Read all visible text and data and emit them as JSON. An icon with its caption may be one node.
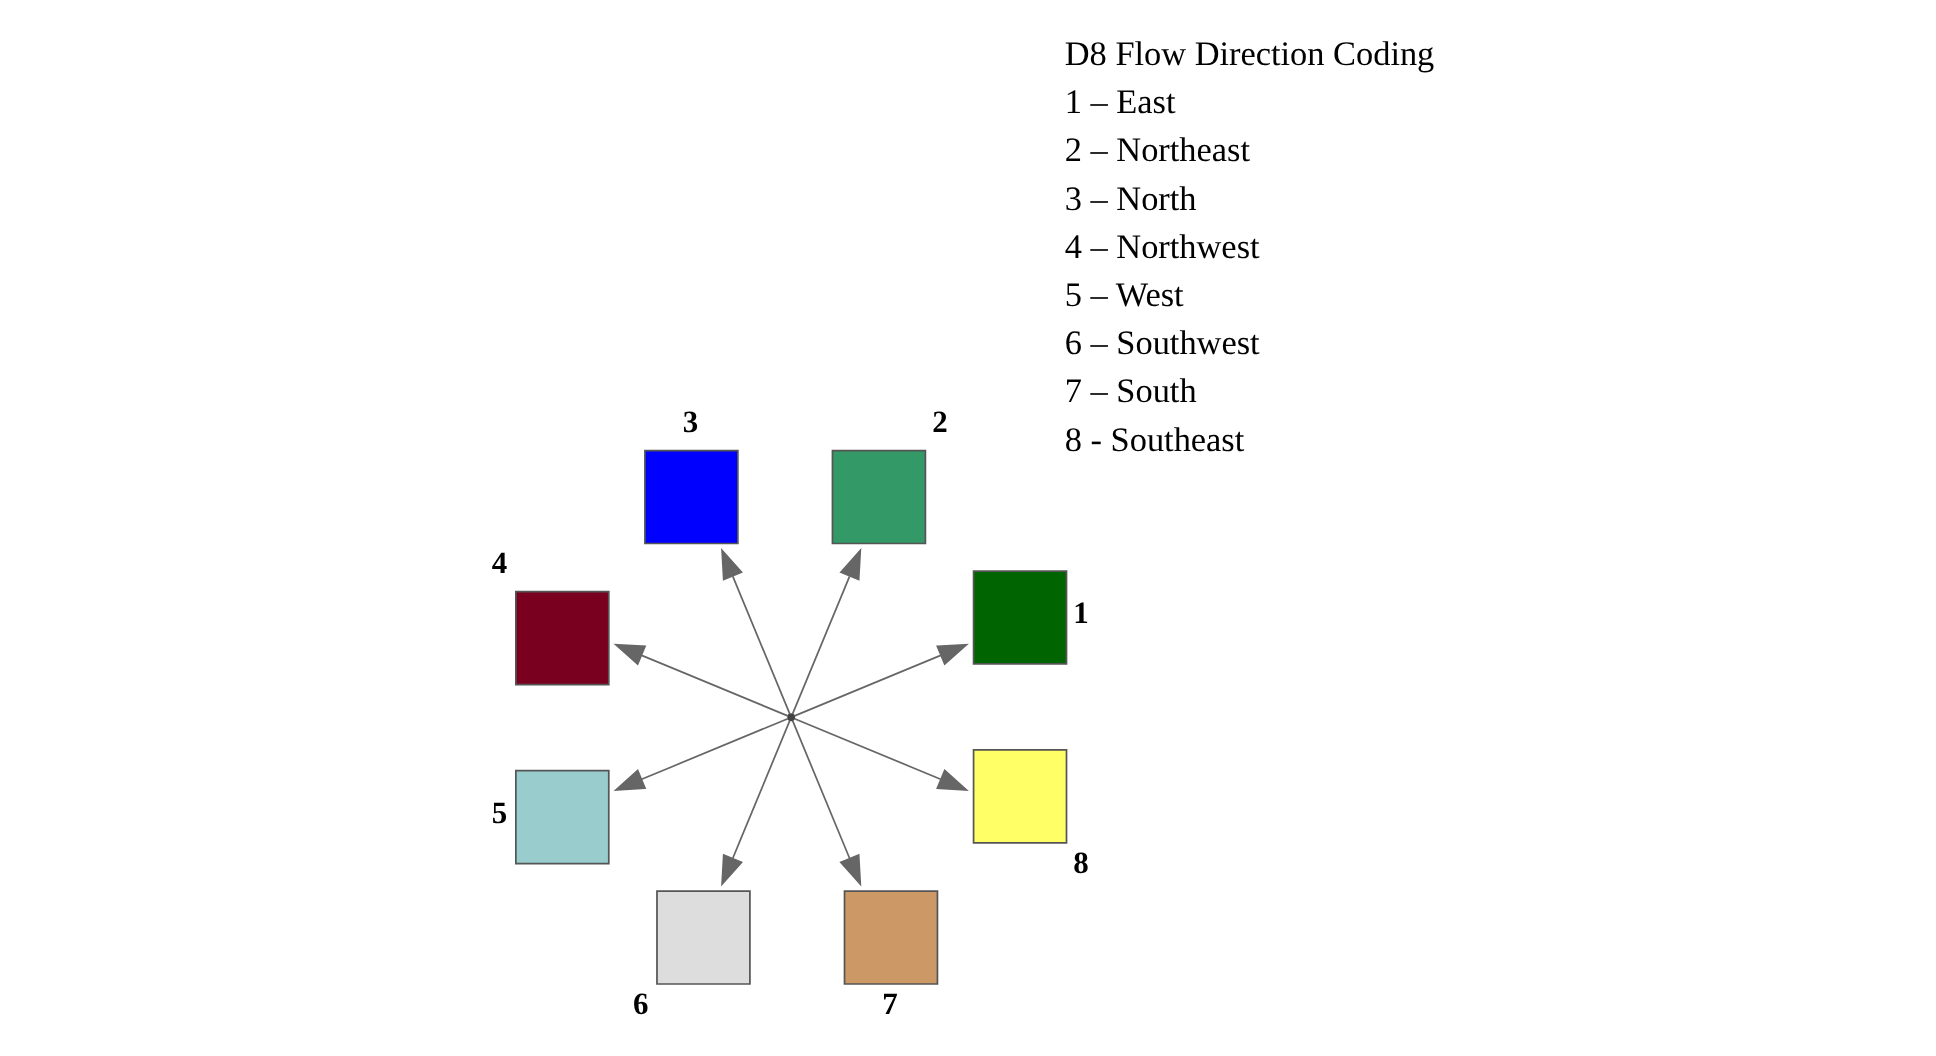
{
  "diagram": {
    "nodes": [
      {
        "text": [],
        "shape": "point"
      },
      {
        "text": [],
        "shape": "box",
        "beside": [
          "3"
        ]
      },
      {
        "text": [],
        "shape": "box",
        "beside": [
          "4"
        ]
      },
      {
        "text": [],
        "shape": "box",
        "beside": [
          "2"
        ]
      },
      {
        "text": [],
        "shape": "box",
        "beside": [
          "5"
        ]
      },
      {
        "text": [],
        "shape": "box",
        "beside": [
          "1"
        ]
      },
      {
        "text": [],
        "shape": "box",
        "beside": [
          "6"
        ]
      },
      {
        "text": [],
        "shape": "box",
        "beside": [
          "8"
        ]
      },
      {
        "text": [],
        "shape": "box",
        "beside": [
          "7"
        ]
      }
    ],
    "edges": [
      {
        "from": 0,
        "to": 5,
        "arrow": "to"
      },
      {
        "from": 0,
        "to": 3,
        "arrow": "to"
      },
      {
        "from": 0,
        "to": 1,
        "arrow": "to"
      },
      {
        "from": 0,
        "to": 2,
        "arrow": "to"
      },
      {
        "from": 0,
        "to": 4,
        "arrow": "to"
      },
      {
        "from": 0,
        "to": 6,
        "arrow": "to"
      },
      {
        "from": 0,
        "to": 8,
        "arrow": "to"
      },
      {
        "from": 0,
        "to": 7,
        "arrow": "to"
      }
    ],
    "labels": [
      "D8 Flow Direction Coding",
      "1 – East",
      "2 – Northeast",
      "3 – North",
      "4 – Northwest",
      "5 – West",
      "6 – Southwest",
      "7 – South",
      "8 - Southeast"
    ]
  }
}
